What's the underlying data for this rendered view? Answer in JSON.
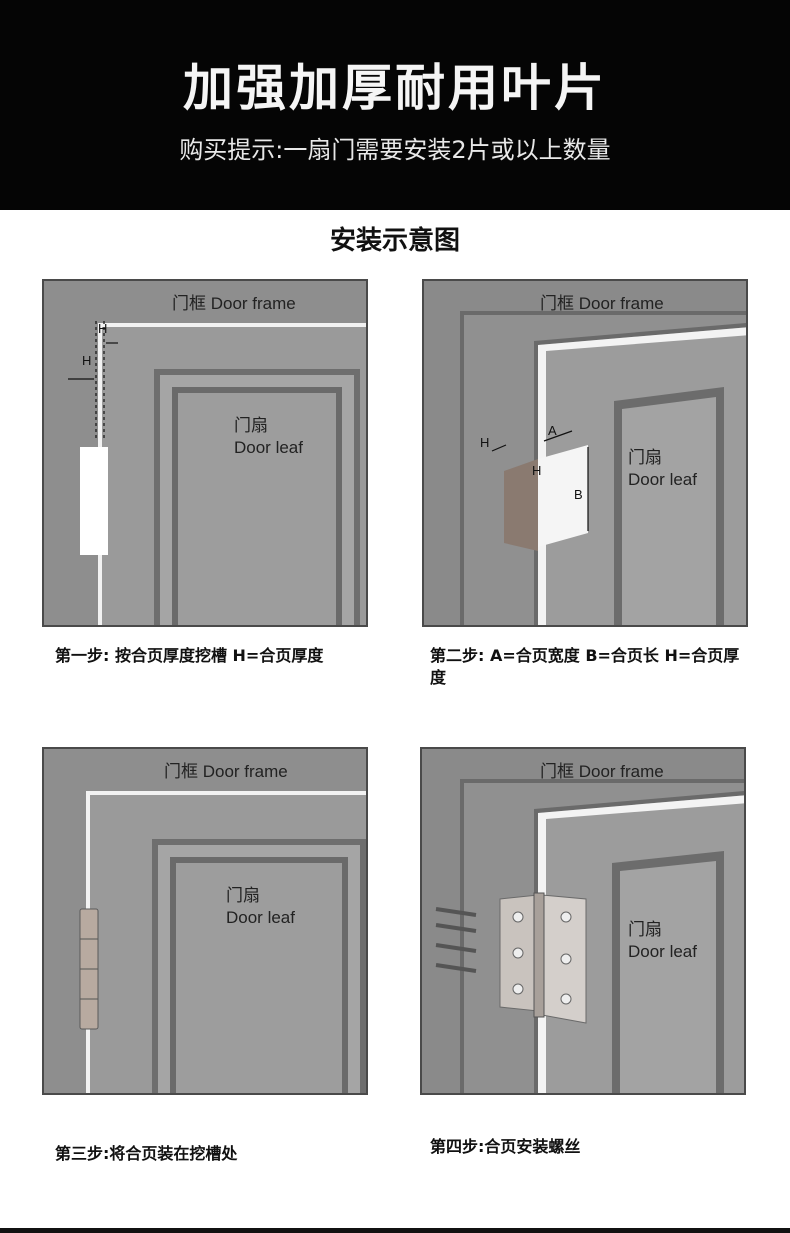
{
  "header": {
    "title": "加强加厚耐用叶片",
    "subtitle": "购买提示:一扇门需要安装2片或以上数量"
  },
  "section_title": "安装示意图",
  "panels": [
    {
      "frame_label": "门框  Door frame",
      "leaf_label_cn": "门扇",
      "leaf_label_en": "Door leaf",
      "dims": [
        "H",
        "H"
      ],
      "caption": "第一步: 按合页厚度挖槽 H=合页厚度"
    },
    {
      "frame_label": "门框  Door frame",
      "leaf_label_cn": "门扇",
      "leaf_label_en": "Door leaf",
      "dims": [
        "A",
        "B",
        "H",
        "H"
      ],
      "caption": "第二步: A=合页宽度 B=合页长 H=合页厚度"
    },
    {
      "frame_label": "门框  Door frame",
      "leaf_label_cn": "门扇",
      "leaf_label_en": "Door leaf",
      "caption": "第三步:将合页装在挖槽处"
    },
    {
      "frame_label": "门框  Door frame",
      "leaf_label_cn": "门扇",
      "leaf_label_en": "Door leaf",
      "caption": "第四步:合页安装螺丝"
    }
  ]
}
